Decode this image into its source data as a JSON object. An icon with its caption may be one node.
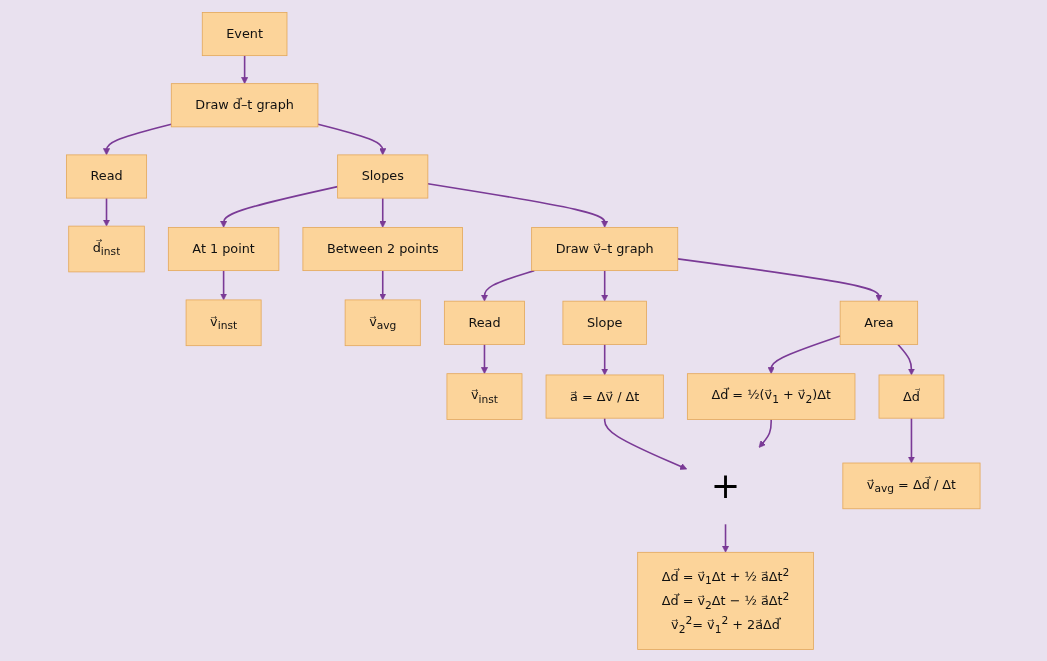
{
  "diagram": {
    "nodes": [
      {
        "text": [
          "Event"
        ]
      },
      {
        "text": [
          "Draw d⃗–t graph"
        ]
      },
      {
        "text": [
          "Read"
        ]
      },
      {
        "text": [
          "d⃗$_{inst}$"
        ]
      },
      {
        "text": [
          "At 1 point"
        ]
      },
      {
        "text": [
          "v⃗$_{inst}$"
        ]
      },
      {
        "text": [
          "Slopes"
        ]
      },
      {
        "text": [
          "Between 2 points"
        ]
      },
      {
        "text": [
          "v⃗$_{avg}$"
        ]
      },
      {
        "text": [
          "Draw v⃗–t graph"
        ]
      },
      {
        "text": [
          "Read"
        ]
      },
      {
        "text": [
          "v⃗$_{inst}$"
        ]
      },
      {
        "text": [
          "Slope"
        ]
      },
      {
        "text": [
          "a⃗ = Δv⃗ / Δt"
        ]
      },
      {
        "text": [
          "+"
        ]
      },
      {
        "text": [
          "Δd⃗ = v⃗$_{1}$Δt + ½ a⃗Δt$^{2}$",
          "Δd⃗ = v⃗$_{2}$Δt − ½ a⃗Δt$^{2}$",
          "v⃗$_{2}$$^{2}$= v⃗$_{1}$$^{2}$ + 2a⃗Δd⃗"
        ]
      },
      {
        "text": [
          "Area"
        ]
      },
      {
        "text": [
          "Δd⃗"
        ]
      },
      {
        "text": [
          "v⃗$_{avg}$ = Δd⃗ / Δt"
        ]
      },
      {
        "text": [
          "Δd⃗ = ½(v⃗$_{1}$ + v⃗$_{2}$)Δt"
        ]
      }
    ],
    "edges": [
      {
        "from": 0,
        "to": 1,
        "arrow": "to"
      },
      {
        "from": 1,
        "to": 2,
        "arrow": "to"
      },
      {
        "from": 2,
        "to": 3,
        "arrow": "to"
      },
      {
        "from": 1,
        "to": 6,
        "arrow": "to"
      },
      {
        "from": 6,
        "to": 4,
        "arrow": "to"
      },
      {
        "from": 4,
        "to": 5,
        "arrow": "to"
      },
      {
        "from": 6,
        "to": 7,
        "arrow": "to"
      },
      {
        "from": 7,
        "to": 8,
        "arrow": "to"
      },
      {
        "from": 6,
        "to": 9,
        "arrow": "to"
      },
      {
        "from": 9,
        "to": 10,
        "arrow": "to"
      },
      {
        "from": 10,
        "to": 11,
        "arrow": "to"
      },
      {
        "from": 9,
        "to": 12,
        "arrow": "to"
      },
      {
        "from": 12,
        "to": 13,
        "arrow": "to"
      },
      {
        "from": 13,
        "to": 14,
        "arrow": "to"
      },
      {
        "from": 9,
        "to": 16,
        "arrow": "to"
      },
      {
        "from": 16,
        "to": 17,
        "arrow": "to"
      },
      {
        "from": 17,
        "to": 18,
        "arrow": "to"
      },
      {
        "from": 16,
        "to": 19,
        "arrow": "to"
      },
      {
        "from": 19,
        "to": 14,
        "arrow": "to"
      },
      {
        "from": 14,
        "to": 15,
        "arrow": "to"
      }
    ]
  }
}
